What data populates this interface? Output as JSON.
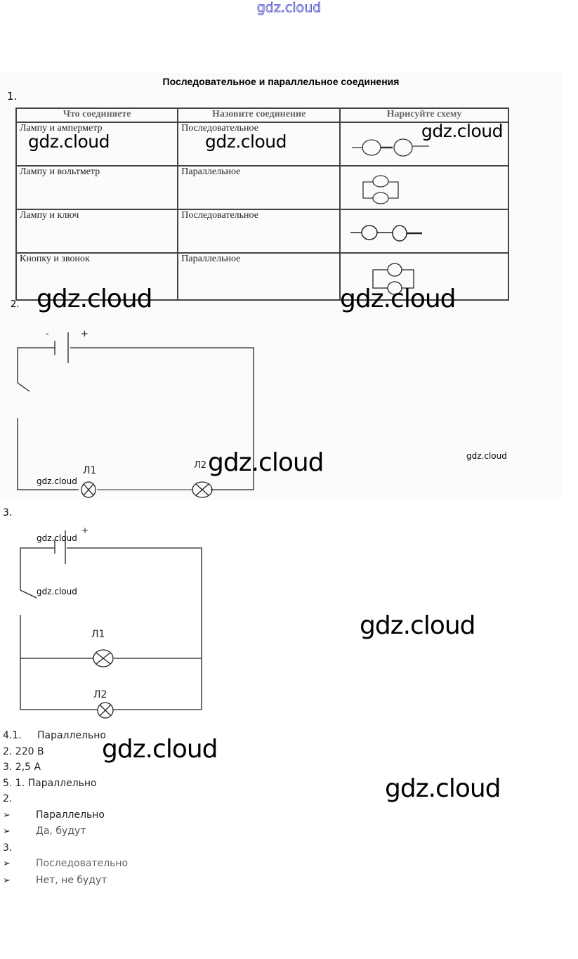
{
  "watermark": "gdz.cloud",
  "title": "Последовательное и параллельное соединения",
  "task1": {
    "number": "1.",
    "headers": [
      "Что соединяете",
      "Назовите соединение",
      "Нарисуйте схему"
    ],
    "rows": [
      {
        "what": "Лампу и амперметр",
        "connection": "Последовательное",
        "scheme": "series"
      },
      {
        "what": "Лампу и вольтметр",
        "connection": "Параллельное",
        "scheme": "parallel"
      },
      {
        "what": "Лампу и ключ",
        "connection": "Последовательное",
        "scheme": "series"
      },
      {
        "what": "Кнопку и звонок",
        "connection": "Параллельное",
        "scheme": "parallel"
      }
    ]
  },
  "task2": {
    "number": "2.",
    "battery_minus": "-",
    "battery_plus": "+",
    "lamp1": "Л1",
    "lamp2": "Л2",
    "connection": "series"
  },
  "task3": {
    "number": "3.",
    "battery_plus": "+",
    "lamp1": "Л1",
    "lamp2": "Л2",
    "connection": "parallel"
  },
  "answers": [
    "4.1.     Параллельно",
    "2. 220 В",
    "3. 2,5 А",
    "5. 1. Параллельно",
    "2."
  ],
  "answers_5_2": [
    "Параллельно",
    "Да, будут"
  ],
  "answers_5_3_label": "3.",
  "answers_5_3": [
    "Последовательно",
    "Нет, не будут"
  ],
  "bullet_glyph": "➢"
}
